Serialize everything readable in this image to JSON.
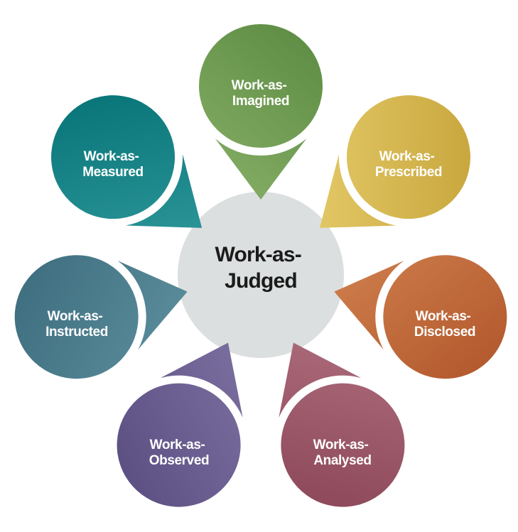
{
  "diagram": {
    "type": "hub-and-spokes",
    "description": "Seven varieties of work pointing to a central judged concept",
    "label_text_color": "#ffffff",
    "hub": {
      "line1": "Work-as-",
      "line2": "Judged",
      "fill": "#dcdfdf",
      "text_color": "#1b1b1b"
    },
    "petals": [
      {
        "id": "imagined",
        "line1": "Work-as-",
        "line2": "Imagined",
        "color_dark": "#5a8a41",
        "color_light": "#83ab63"
      },
      {
        "id": "prescribed",
        "line1": "Work-as-",
        "line2": "Prescribed",
        "color_dark": "#c5a238",
        "color_light": "#e3c967"
      },
      {
        "id": "disclosed",
        "line1": "Work-as-",
        "line2": "Disclosed",
        "color_dark": "#b0552a",
        "color_light": "#cd7c4b"
      },
      {
        "id": "analysed",
        "line1": "Work-as-",
        "line2": "Analysed",
        "color_dark": "#8a4556",
        "color_light": "#aa6979"
      },
      {
        "id": "observed",
        "line1": "Work-as-",
        "line2": "Observed",
        "color_dark": "#584c7f",
        "color_light": "#7b6fa0"
      },
      {
        "id": "instructed",
        "line1": "Work-as-",
        "line2": "Instructed",
        "color_dark": "#3b6b7c",
        "color_light": "#5a8c9b"
      },
      {
        "id": "measured",
        "line1": "Work-as-",
        "line2": "Measured",
        "color_dark": "#047174",
        "color_light": "#2b9598"
      }
    ]
  }
}
